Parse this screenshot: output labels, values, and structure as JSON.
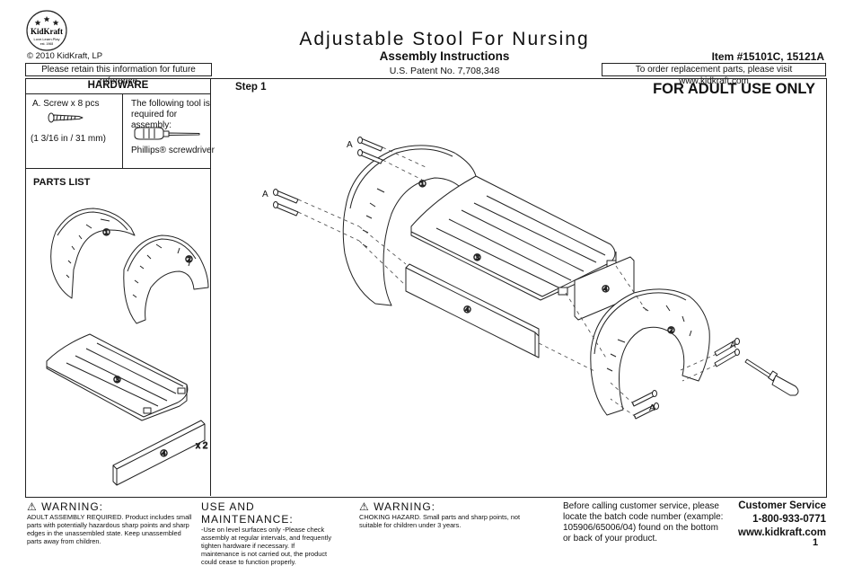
{
  "header": {
    "logo_text": "KidKraft",
    "logo_tagline": "Love.Learn.Play",
    "logo_est": "est. 1968",
    "copyright": "© 2010 KidKraft, LP",
    "retain_note": "Please retain this information for future reference",
    "title": "Adjustable Stool For Nursing",
    "subtitle": "Assembly Instructions",
    "patent": "U.S. Patent No. 7,708,348",
    "item_number": "Item #15101C, 15121A",
    "order_note": "To order replacement parts, please visit www.kidkraft.com"
  },
  "hardware": {
    "heading": "HARDWARE",
    "screw_label": "A.  Screw x 8 pcs",
    "screw_size": "(1 3/16 in / 31 mm)",
    "tool_text": "The following tool is required for assembly:",
    "tool_name": "Phillips® screwdriver"
  },
  "parts_list": {
    "heading": "PARTS LIST",
    "part1": "①",
    "part2": "②",
    "part3": "③",
    "part4": "④",
    "part4_qty": "x 2"
  },
  "step": {
    "label": "Step 1",
    "adult_only": "FOR ADULT USE ONLY",
    "screw_letter": "A",
    "part1": "①",
    "part2": "②",
    "part3": "③",
    "part4": "④"
  },
  "footer": {
    "warning1_title": "WARNING:",
    "warning1_body": "ADULT ASSEMBLY REQUIRED. Product includes small parts with potentially hazardous sharp points and sharp edges in the unassembled state. Keep unassembled parts away from children.",
    "use_title": "USE AND MAINTENANCE:",
    "use_body": "-Use on level surfaces only -Please check assembly at regular intervals, and frequently tighten hardware if necessary. If maintenance is not carried out, the product could cease to function properly.",
    "warning2_title": "WARNING:",
    "warning2_body": "CHOKING HAZARD. Small parts and sharp points, not suitable for children under 3 years.",
    "batch_note": "Before calling customer service, please locate the batch code number (example: 105906/65006/04) found on the bottom or back of your product.",
    "cs_title": "Customer Service",
    "cs_phone": "1-800-933-0771",
    "cs_web": "www.kidkraft.com",
    "page_number": "1"
  }
}
